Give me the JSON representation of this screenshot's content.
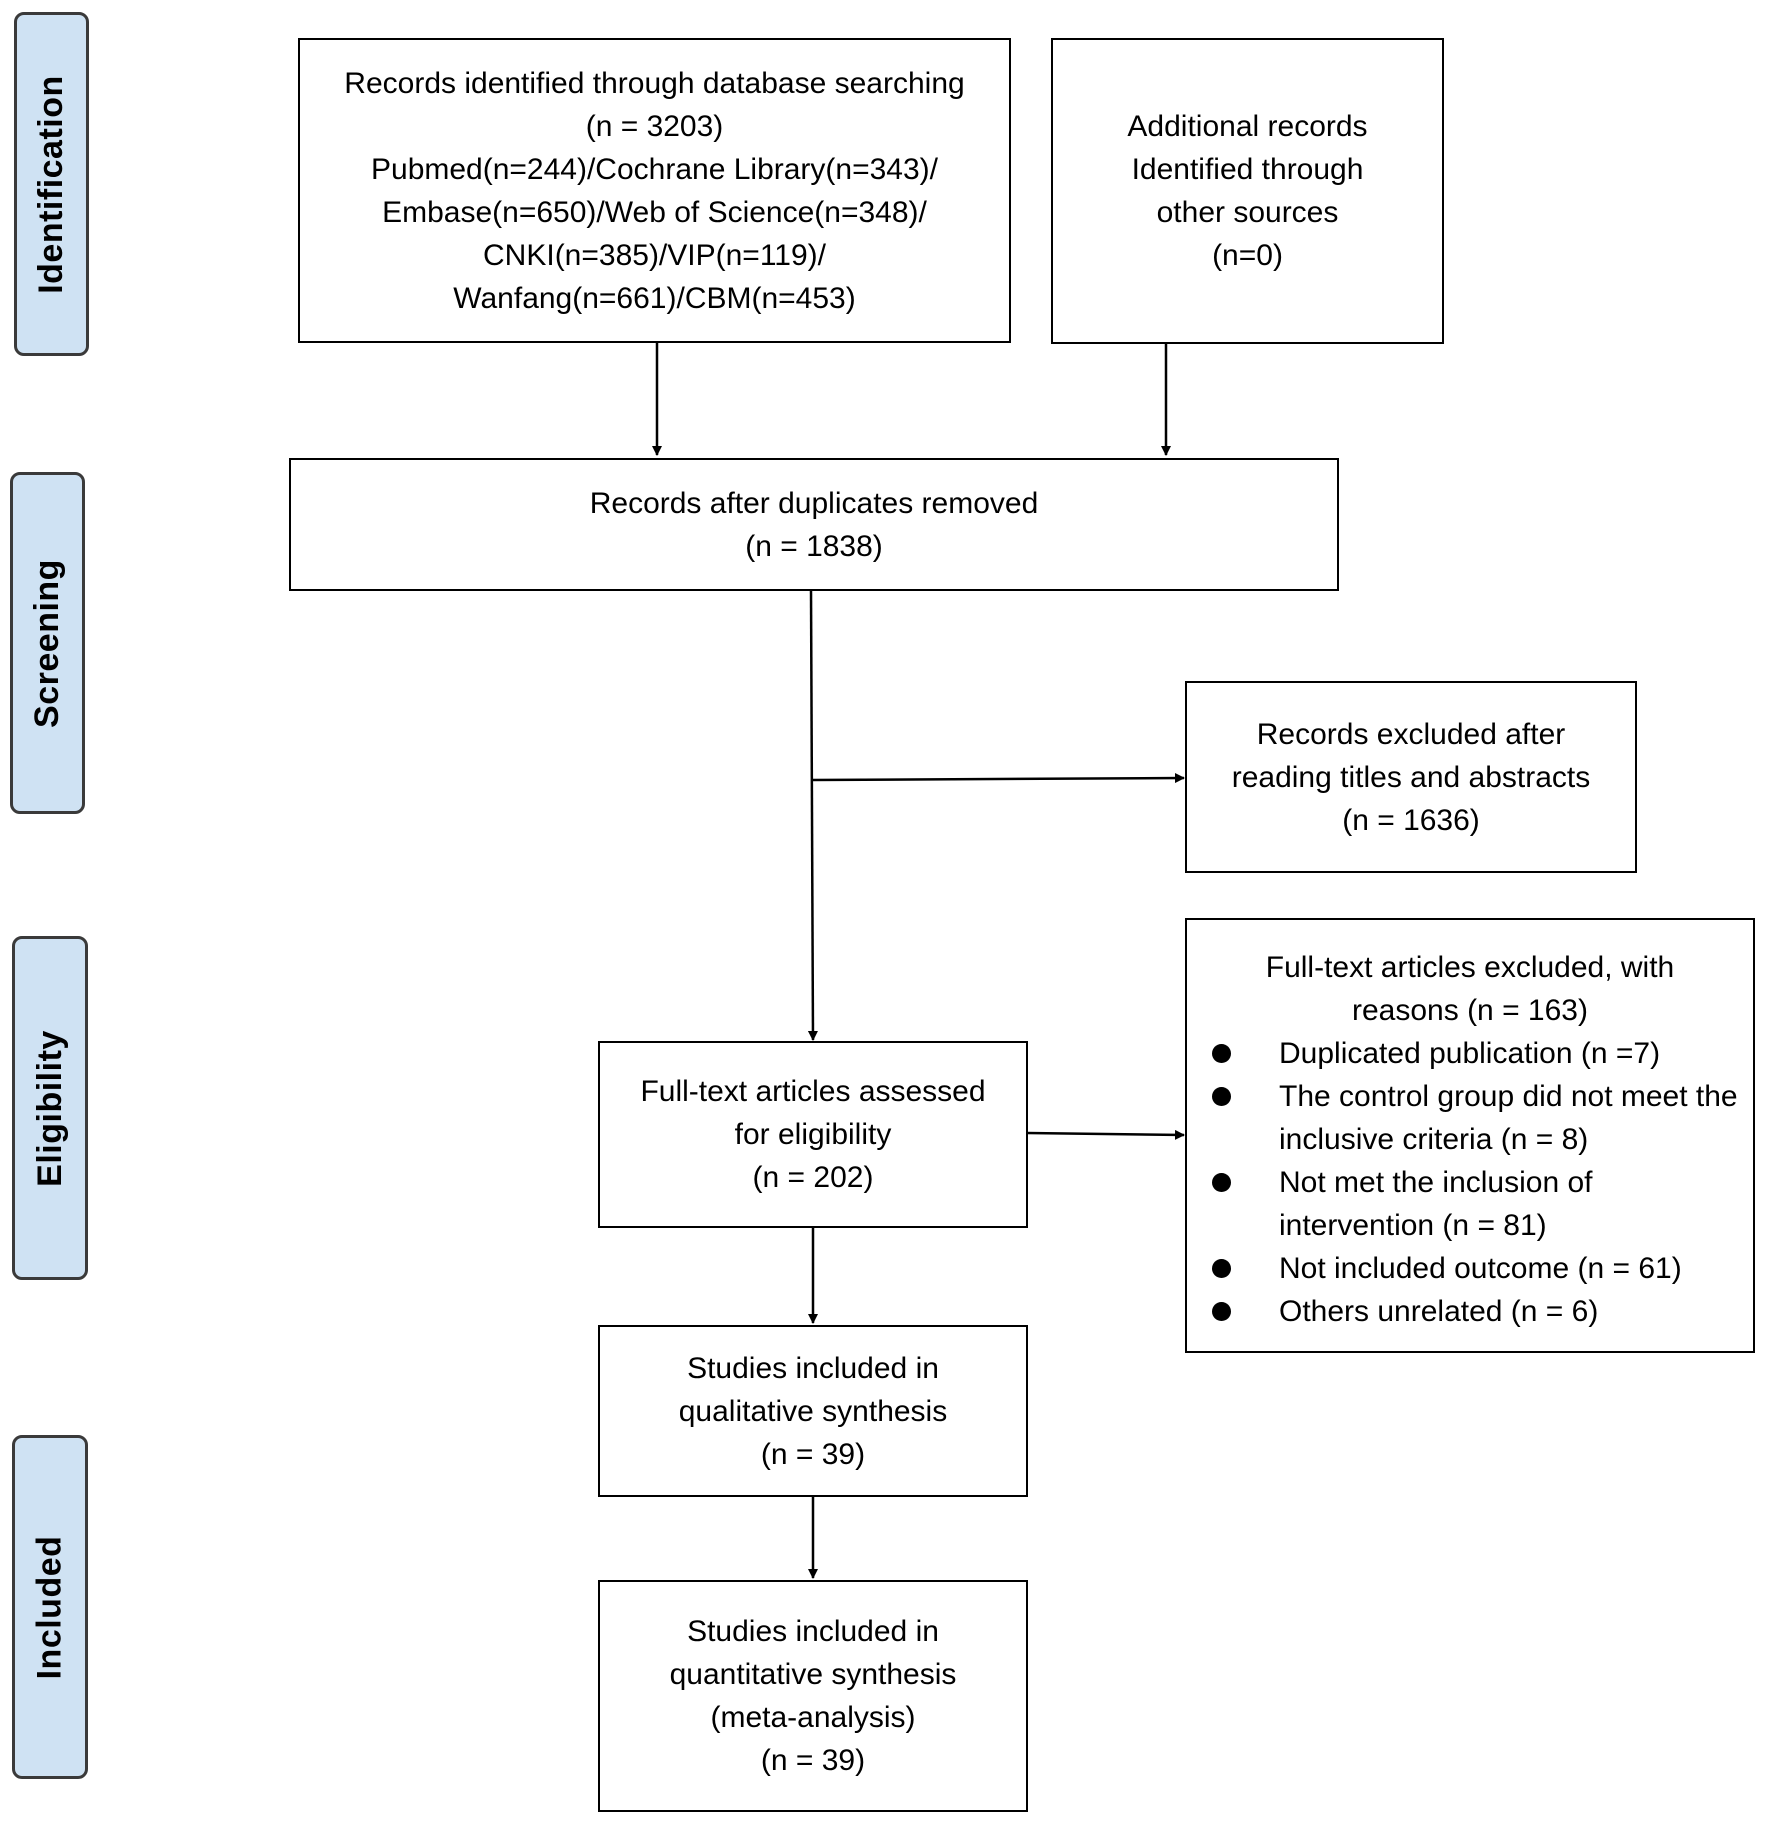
{
  "stages": {
    "identification": "Identification",
    "screening": "Screening",
    "eligibility": "Eligibility",
    "included": "Included"
  },
  "boxes": {
    "database": {
      "lines": [
        "Records identified through database searching",
        "(n = 3203)",
        "Pubmed(n=244)/Cochrane Library(n=343)/",
        "Embase(n=650)/Web of Science(n=348)/",
        "CNKI(n=385)/VIP(n=119)/",
        "Wanfang(n=661)/CBM(n=453)"
      ]
    },
    "additional": {
      "lines": [
        "Additional records",
        "Identified through",
        "other sources",
        "(n=0)"
      ]
    },
    "deduplicated": {
      "lines": [
        "Records after duplicates removed",
        "(n = 1838)"
      ]
    },
    "excluded_titles": {
      "lines": [
        "Records excluded after",
        "reading titles and abstracts",
        "(n = 1636)"
      ]
    },
    "fulltext": {
      "lines": [
        "Full-text articles assessed",
        "for eligibility",
        "(n = 202)"
      ]
    },
    "qualitative": {
      "lines": [
        "Studies included in",
        "qualitative synthesis",
        "(n = 39)"
      ]
    },
    "quantitative": {
      "lines": [
        "Studies included in",
        "quantitative synthesis",
        "(meta-analysis)",
        "(n = 39)"
      ]
    },
    "fulltext_excluded": {
      "heading": [
        "Full-text articles excluded, with",
        "reasons (n = 163)"
      ],
      "reasons": [
        "Duplicated publication (n =7)",
        "The control group did not meet the inclusive criteria (n = 8)",
        "Not met the inclusion of intervention (n = 81)",
        "Not included outcome (n = 61)",
        "Others unrelated (n = 6)"
      ]
    }
  }
}
